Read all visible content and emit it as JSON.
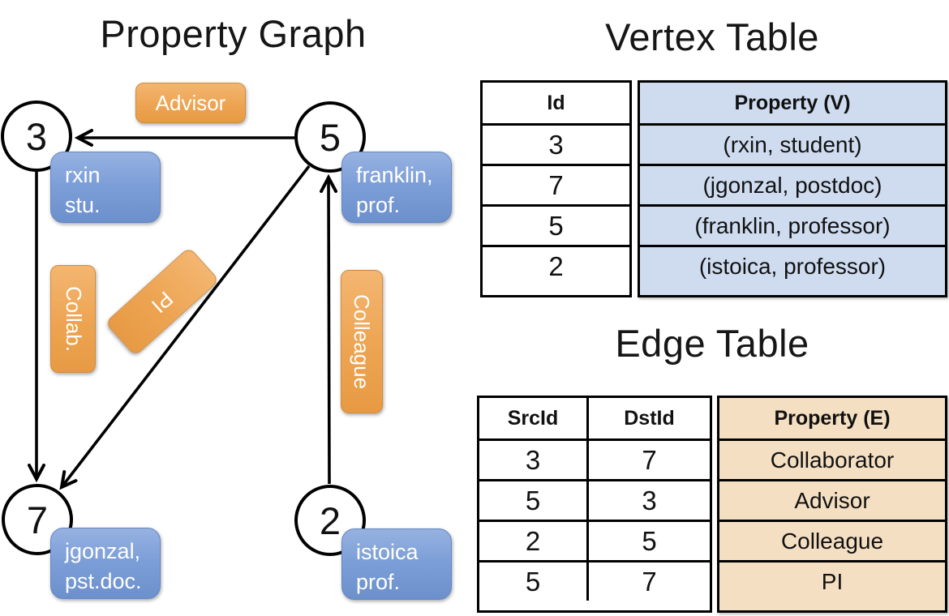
{
  "graph": {
    "title": "Property Graph",
    "vertices": [
      {
        "id": "3",
        "lines": [
          "rxin",
          "stu."
        ]
      },
      {
        "id": "5",
        "lines": [
          "franklin,",
          "prof."
        ]
      },
      {
        "id": "7",
        "lines": [
          "jgonzal,",
          "pst.doc."
        ]
      },
      {
        "id": "2",
        "lines": [
          "istoica",
          "prof."
        ]
      }
    ],
    "edge_labels": {
      "advisor": "Advisor",
      "collab": "Collab.",
      "pi": "PI",
      "colleague": "Colleague"
    },
    "edges": [
      {
        "src": "5",
        "dst": "3",
        "label": "Advisor"
      },
      {
        "src": "3",
        "dst": "7",
        "label": "Collab."
      },
      {
        "src": "5",
        "dst": "7",
        "label": "PI"
      },
      {
        "src": "2",
        "dst": "5",
        "label": "Colleague"
      }
    ]
  },
  "vertex_table": {
    "title": "Vertex Table",
    "columns": [
      "Id",
      "Property (V)"
    ],
    "rows": [
      [
        "3",
        "(rxin, student)"
      ],
      [
        "7",
        "(jgonzal, postdoc)"
      ],
      [
        "5",
        "(franklin, professor)"
      ],
      [
        "2",
        "(istoica, professor)"
      ]
    ]
  },
  "edge_table": {
    "title": "Edge Table",
    "columns": [
      "SrcId",
      "DstId",
      "Property (E)"
    ],
    "rows": [
      [
        "3",
        "7",
        "Collaborator"
      ],
      [
        "5",
        "3",
        "Advisor"
      ],
      [
        "2",
        "5",
        "Colleague"
      ],
      [
        "5",
        "7",
        "PI"
      ]
    ]
  },
  "colors": {
    "edge_label_fill": "#EDA452",
    "edge_label_border": "#D08C3C",
    "vertex_prop_fill": "#7D9FD8",
    "vertex_prop_border": "#6486C4",
    "vertex_table_cell_bg": "#CFDCF0",
    "edge_table_cell_bg": "#F5DFC3",
    "line_color": "#000000"
  }
}
